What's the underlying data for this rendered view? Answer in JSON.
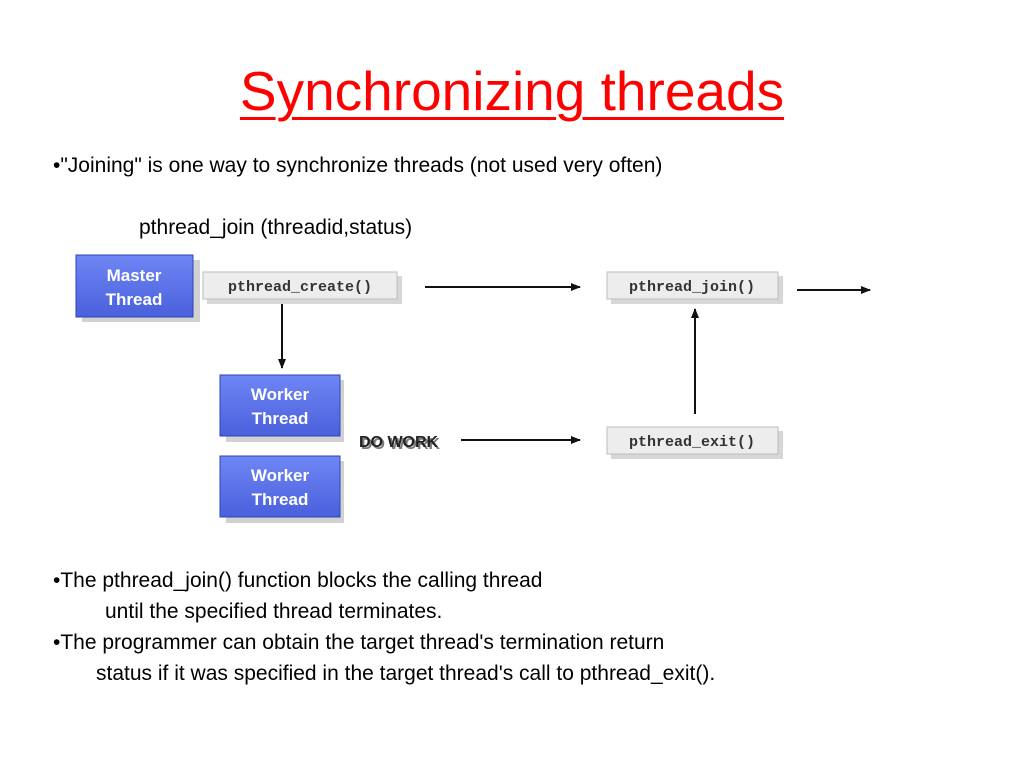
{
  "slide": {
    "title": "Synchronizing threads",
    "bullet1": "•\"Joining\" is one way to synchronize threads (not used very often)",
    "syntax": "pthread_join (threadid,status)",
    "bullet2_line1": "•The pthread_join() function blocks the calling thread",
    "bullet2_line2": "until the specified thread terminates.",
    "bullet3_line1": "•The programmer can obtain the target thread's termination return",
    "bullet3_line2": "status if it was specified in the target thread's call to pthread_exit()."
  },
  "diagram": {
    "master_line1": "Master",
    "master_line2": "Thread",
    "create_call": "pthread_create()",
    "join_call": "pthread_join()",
    "worker1_line1": "Worker",
    "worker1_line2": "Thread",
    "worker2_line1": "Worker",
    "worker2_line2": "Thread",
    "do_work": "DO WORK",
    "exit_call": "pthread_exit()"
  },
  "colors": {
    "title": "#ff0000",
    "thread_box": "#5a72e8",
    "thread_box_border": "#2e43b8",
    "code_box": "#ededed"
  }
}
